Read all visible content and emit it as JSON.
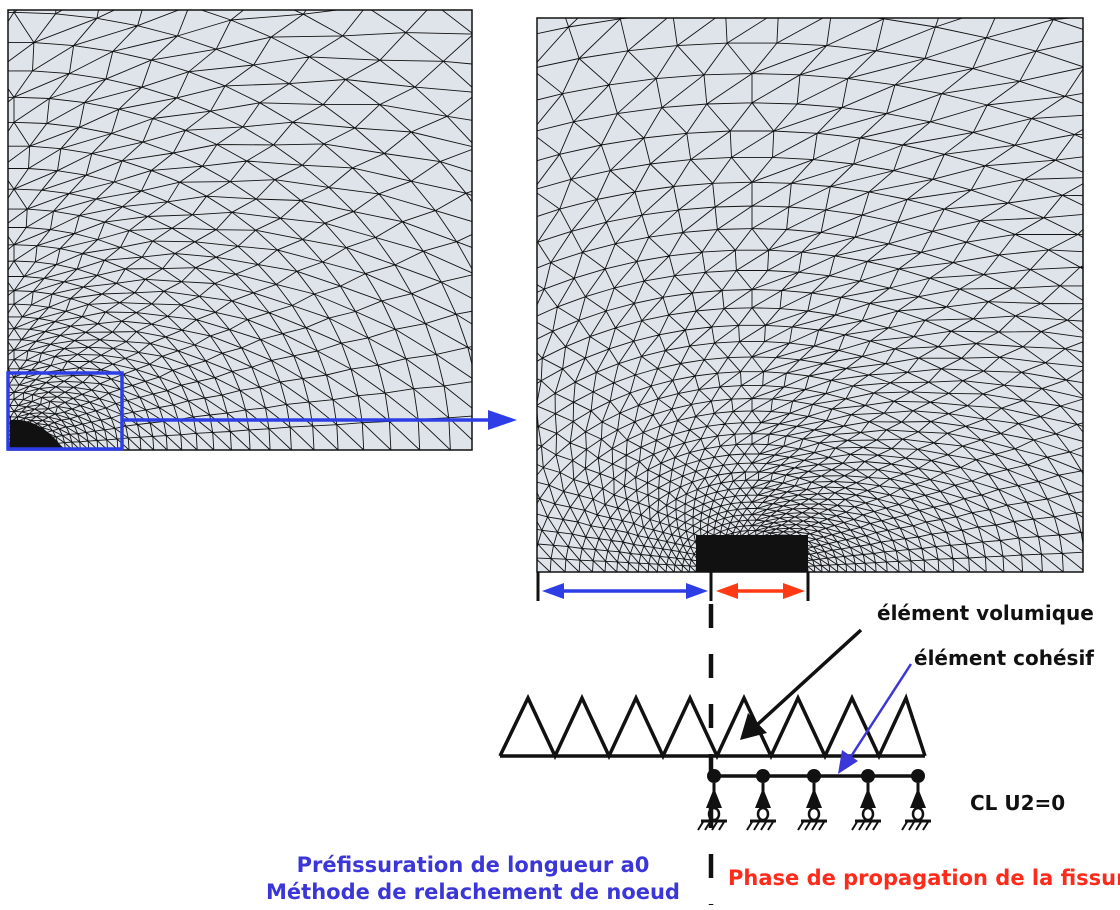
{
  "colors": {
    "mesh_fill": "#dfe4ea",
    "mesh_line": "#111111",
    "blue_arrow": "#2e3ee6",
    "red_arrow": "#ff3a14",
    "label_blue": "#3b36d8",
    "label_red": "#ff2a1a",
    "label_black": "#111111"
  },
  "labels": {
    "volumique": "élément volumique",
    "cohesif": "élément cohésif",
    "cl": "CL U2=0",
    "prefiss_line1": "Préfissuration de longueur a0",
    "prefiss_line2": "Méthode de relachement de noeud",
    "propagation": "Phase de propagation de la fissure"
  },
  "icons": [
    "zoom-box",
    "zoom-arrow",
    "preflaw-dimension-arrow",
    "propagation-dimension-arrow",
    "crack-plane-dashed-line",
    "triangular-elements",
    "cohesive-elements",
    "roller-supports"
  ]
}
